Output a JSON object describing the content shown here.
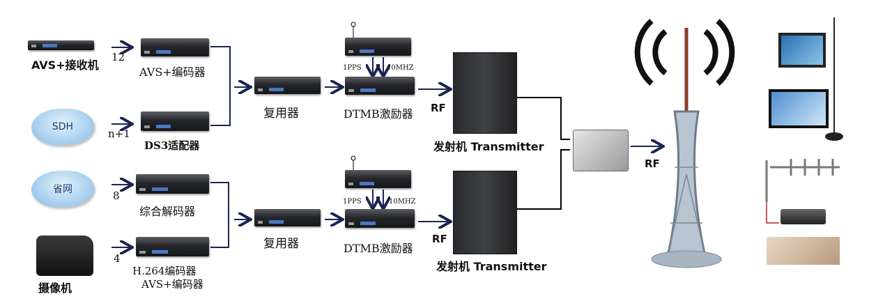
{
  "top_chain": {
    "receiver_label": "AVS+接收机",
    "receiver_count": "12",
    "encoder_label": "AVS+编码器",
    "sdh_label": "SDH",
    "sdh_count": "n+1",
    "adapter_label": "DS3适配器",
    "mux_label": "复用器",
    "pps_label": "1PPS",
    "mhz_label": "10MHZ",
    "exciter_label": "DTMB激励器",
    "rf_label": "RF",
    "transmitter_label": "发射机 Transmitter"
  },
  "bottom_chain": {
    "network_label": "省网",
    "network_count": "8",
    "decoder_label": "综合解码器",
    "camera_label": "摄像机",
    "camera_count": "4",
    "encoder_label_1": "H.264编码器",
    "encoder_label_2": "AVS+编码器",
    "mux_label": "复用器",
    "pps_label": "1PPS",
    "mhz_label": "10MHZ",
    "exciter_label": "DTMB激励器",
    "rf_label": "RF",
    "transmitter_label": "发射机 Transmitter"
  },
  "output": {
    "rf_label": "RF"
  },
  "colors": {
    "arrow": "#1a2450",
    "rack_display": "#4b79c2",
    "cloud": "#9fcbee"
  }
}
